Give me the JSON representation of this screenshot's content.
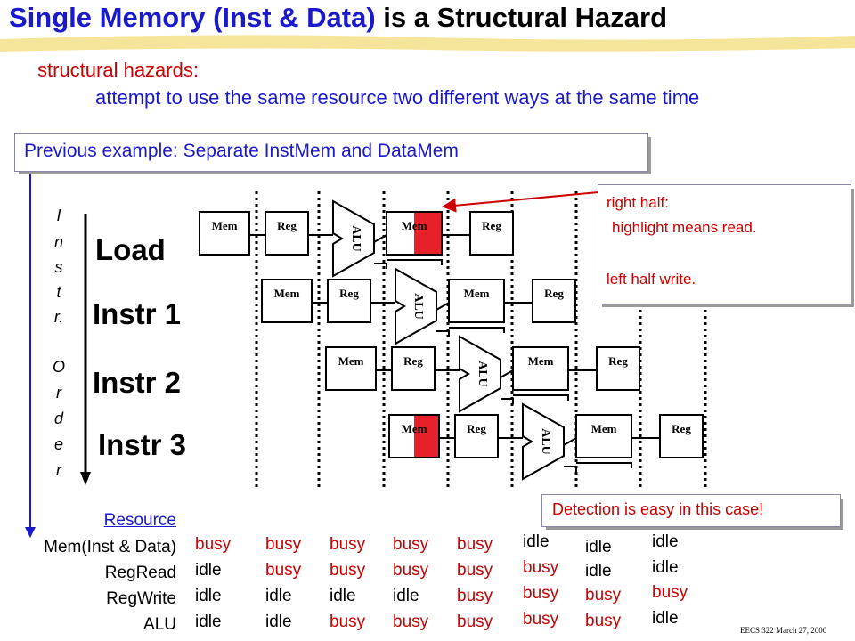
{
  "title": {
    "part1": "Single Memory (Inst & Data)",
    "part2": " is a Structural Hazard"
  },
  "structural": {
    "label": "structural hazards:",
    "desc": "attempt to use the same resource two different ways at the same time"
  },
  "previous_example": "Previous example: Separate InstMem and DataMem",
  "highlight_note": {
    "line1": "right half:",
    "line2": "highlight means read.",
    "line3": "left half write."
  },
  "order_label": [
    "I",
    "n",
    "s",
    "t",
    "r.",
    "O",
    "r",
    "d",
    "e",
    "r"
  ],
  "instructions": [
    "Load",
    "Instr 1",
    "Instr 2",
    "Instr 3"
  ],
  "stage_labels": {
    "mem": "Mem",
    "reg": "Reg",
    "alu": "ALU"
  },
  "highlight_color": "#e8202a",
  "detection_note": "Detection is easy in this case!",
  "resource_table": {
    "header": "Resource",
    "rows": [
      "Mem(Inst & Data)",
      "RegRead",
      "RegWrite",
      "ALU"
    ],
    "columns": [
      [
        "busy",
        "idle",
        "idle",
        "idle"
      ],
      [
        "busy",
        "busy",
        "idle",
        "idle"
      ],
      [
        "busy",
        "busy",
        "idle",
        "busy"
      ],
      [
        "busy",
        "busy",
        "idle",
        "busy"
      ],
      [
        "busy",
        "busy",
        "busy",
        "busy"
      ],
      [
        "idle",
        "busy",
        "busy",
        "busy"
      ],
      [
        "idle",
        "idle",
        "busy",
        "busy"
      ],
      [
        "idle",
        "idle",
        "busy",
        "idle"
      ]
    ]
  },
  "footer": "EECS 322 March 27, 2000"
}
